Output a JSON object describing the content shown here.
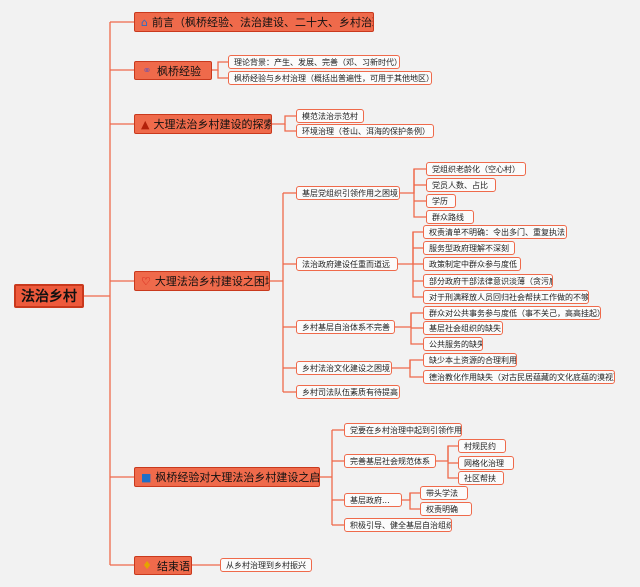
{
  "root": "法治乡村",
  "branches": {
    "preface": {
      "label": "前言（枫桥经验、法治建设、二十大、乡村治理）",
      "icon": "house-icon"
    },
    "fengqiao": {
      "label": "枫桥经验",
      "icon": "link-icon",
      "children": [
        "理论背景：产生、发展、完善（邓、习新时代）",
        "枫桥经验与乡村治理（概括出普遍性，可用于其他地区）"
      ]
    },
    "explore": {
      "label": "大理法治乡村建设的探索",
      "icon": "fire-icon",
      "children": [
        "模范法治示范村",
        "环境治理（苍山、洱海的保护条例）"
      ]
    },
    "dilemma": {
      "label": "大理法治乡村建设之困境",
      "icon": "heart-icon",
      "children": [
        {
          "label": "基层党组织引领作用之困境",
          "children": [
            "党组织老龄化（空心村）",
            "党员人数、占比",
            "学历",
            "群众路线"
          ]
        },
        {
          "label": "法治政府建设任重而道远",
          "children": [
            "权责清单不明确：令出多门、重复执法",
            "服务型政府理解不深刻",
            "政策制定中群众参与度低",
            "部分政府干部法律意识淡薄（贪污腐败）",
            "对于刑满释放人员回归社会帮扶工作做的不够"
          ]
        },
        {
          "label": "乡村基层自治体系不完善",
          "children": [
            "群众对公共事务参与度低（事不关己，高高挂起）",
            "基层社会组织的缺失",
            "公共服务的缺失"
          ]
        },
        {
          "label": "乡村法治文化建设之困境",
          "children": [
            "缺少本土资源的合理利用",
            "德治教化作用缺失（对古民居蕴藏的文化底蕴的漠视）"
          ]
        },
        {
          "label": "乡村司法队伍素质有待提高",
          "children": []
        }
      ]
    },
    "inspire": {
      "label": "枫桥经验对大理法治乡村建设之启示",
      "icon": "square-icon",
      "children": [
        {
          "label": "党要在乡村治理中起到引领作用",
          "children": []
        },
        {
          "label": "完善基层社会规范体系",
          "children": [
            "村规民约",
            "网格化治理",
            "社区帮扶"
          ]
        },
        {
          "label": "基层政府...",
          "children": [
            "带头学法",
            "权责明确"
          ]
        },
        {
          "label": "积极引导、健全基层自治组织",
          "children": []
        }
      ]
    },
    "conclusion": {
      "label": "结束语",
      "icon": "trophy-icon",
      "children": [
        "从乡村治理到乡村振兴"
      ]
    }
  },
  "colors": {
    "accent": "#ef6a4b",
    "accent_border": "#c9391d",
    "background": "#f2f2f2"
  }
}
